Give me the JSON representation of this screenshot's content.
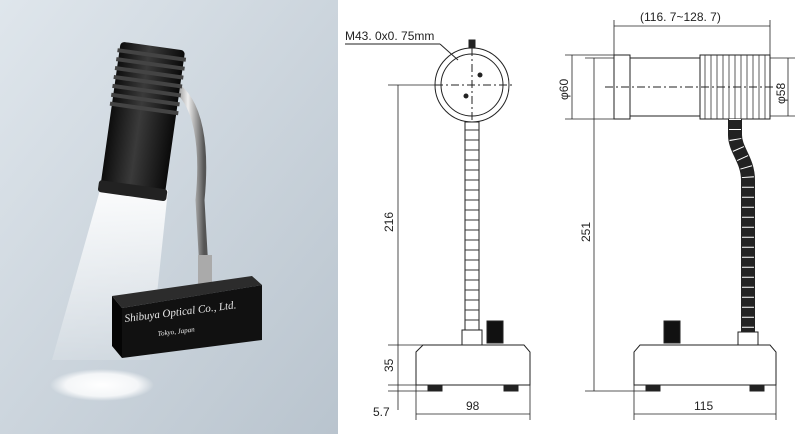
{
  "photo": {
    "brand_line1": "Shibuya Optical Co., Ltd.",
    "brand_line2": "Tokyo, Japan"
  },
  "front_view": {
    "thread_label": "M43. 0x0. 75mm",
    "height_label": "216",
    "base_height_label": "35",
    "foot_label": "5.7",
    "base_width_label": "98"
  },
  "side_view": {
    "length_label": "(116. 7~128. 7)",
    "outer_dia_label": "φ60",
    "inner_dia_label": "φ58",
    "height_label": "251",
    "base_width_label": "115"
  },
  "colors": {
    "photo_bg": "#cfd8e0",
    "lamp_body": "#1a1a1a",
    "line": "#222222"
  }
}
